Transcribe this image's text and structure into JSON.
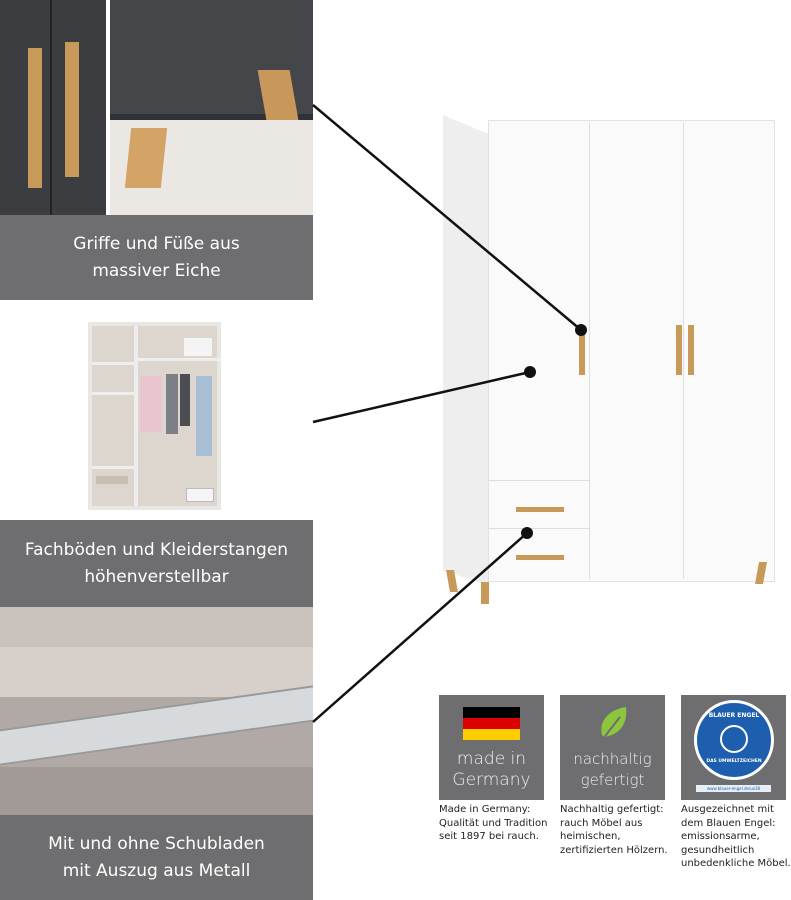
{
  "features": [
    {
      "caption_line1": "Griffe und Füße aus",
      "caption_line2": "massiver Eiche"
    },
    {
      "caption_line1": "Fachböden und Kleiderstangen",
      "caption_line2": "höhenverstellbar"
    },
    {
      "caption_line1": "Mit und ohne Schubladen",
      "caption_line2": "mit Auszug aus Metall"
    }
  ],
  "badges": [
    {
      "title_line1": "made in",
      "title_line2": "Germany",
      "icon": "german-flag",
      "desc": [
        "Made in Germany:",
        "Qualität und Tradition",
        "seit 1897 bei rauch."
      ]
    },
    {
      "title_line1": "nachhaltig",
      "title_line2": "gefertigt",
      "icon": "leaf",
      "desc": [
        "Nachhaltig gefertigt:",
        "rauch Möbel aus",
        "heimischen,",
        "zertifizierten Hölzern."
      ]
    },
    {
      "logo_text_top": "BLAUER ENGEL",
      "logo_text_bottom": "DAS UMWELTZEICHEN",
      "logo_url_text": "www.blauer-engel.de/uz38",
      "icon": "blue-angel-seal",
      "desc": [
        "Ausgezeichnet mit",
        "dem Blauen Engel:",
        "emissionsarme,",
        "gesundheitlich",
        "unbedenkliche Möbel."
      ]
    }
  ],
  "colors": {
    "panel_gray": "#6e6d6f",
    "oak": "#c89a5a",
    "anthracite": "#3e4043",
    "blue_angel": "#1d5fae"
  }
}
